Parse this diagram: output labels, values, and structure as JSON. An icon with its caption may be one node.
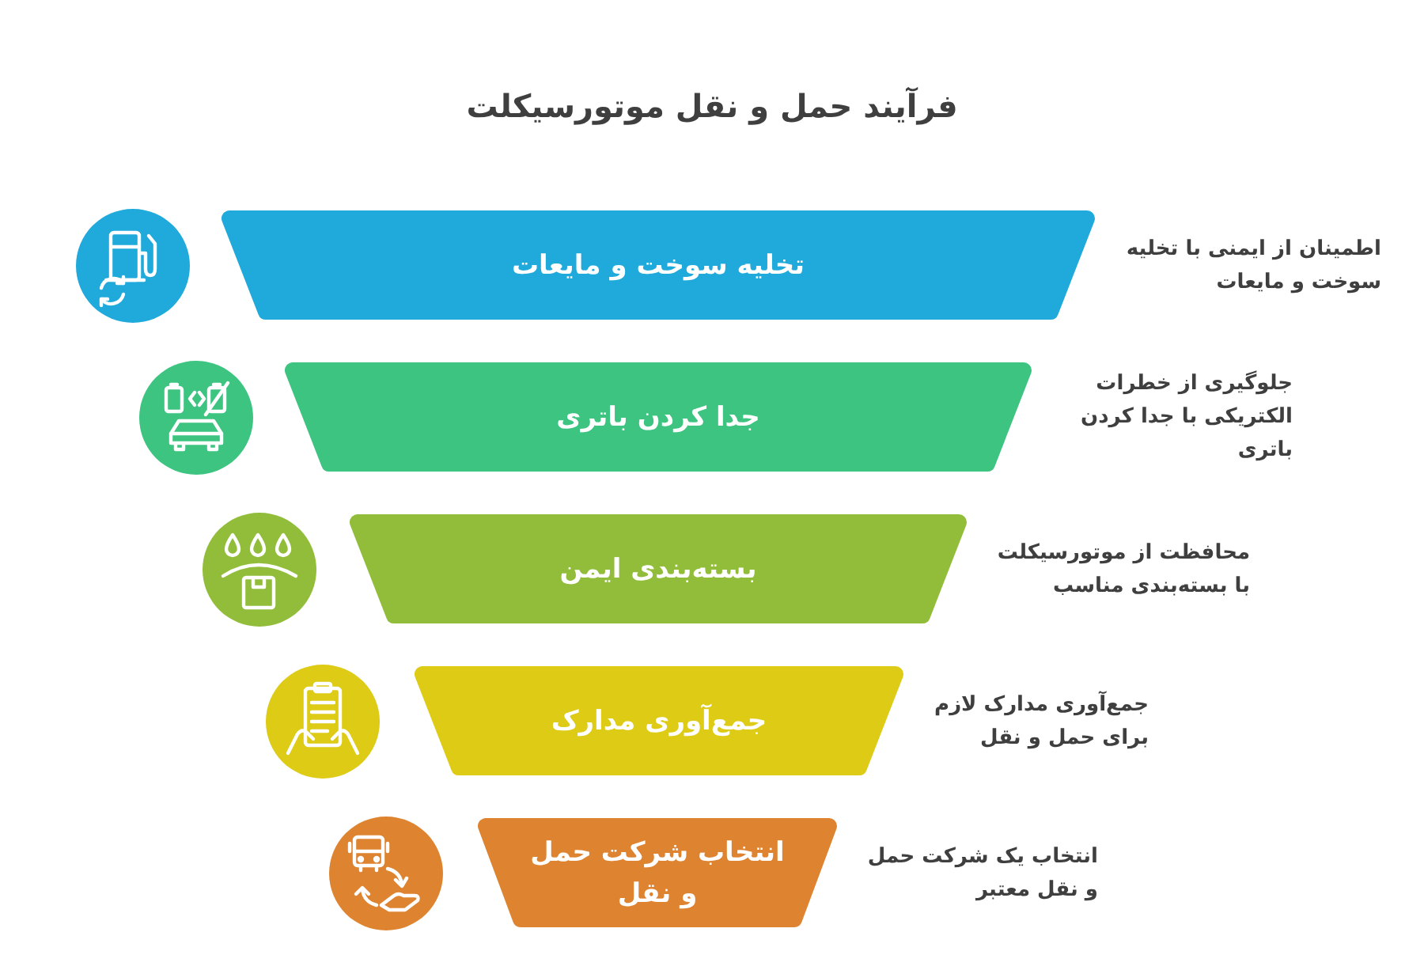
{
  "diagram": {
    "title": "فرآیند حمل و نقل موتورسیکلت",
    "nodes": [
      {
        "text": [
          "تخلیه سوخت و مایعات"
        ],
        "beside": [
          "اطمینان از ایمنی با تخلیه سوخت و مایعات"
        ]
      },
      {
        "text": [
          "جدا کردن باتری"
        ],
        "beside": [
          "جلوگیری از خطرات الکتریکی با جدا کردن باتری"
        ]
      },
      {
        "text": [
          "بسته‌بندی ایمن"
        ],
        "beside": [
          "محافظت از موتورسیکلت با بسته‌بندی مناسب"
        ]
      },
      {
        "text": [
          "جمع‌آوری مدارک"
        ],
        "beside": [
          "جمع‌آوری مدارک لازم برای حمل و نقل"
        ]
      },
      {
        "text": [
          "انتخاب شرکت حمل و نقل"
        ],
        "beside": [
          "انتخاب یک شرکت حمل و نقل معتبر"
        ]
      }
    ]
  }
}
